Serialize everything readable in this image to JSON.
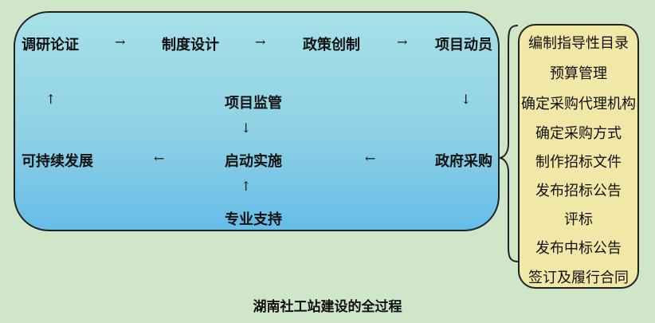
{
  "main": {
    "nodes": {
      "research": "调研论证",
      "system_design": "制度设计",
      "policy": "政策创制",
      "mobilize": "项目动员",
      "supervise": "项目监管",
      "sustainable": "可持续发展",
      "implement": "启动实施",
      "procurement": "政府采购",
      "support": "专业支持"
    },
    "arrows": {
      "right": "→",
      "left": "←",
      "up": "↑",
      "down": "↓"
    }
  },
  "procurement_steps": [
    "编制指导性目录",
    "预算管理",
    "确定采购代理机构",
    "确定采购方式",
    "制作招标文件",
    "发布招标公告",
    "评标",
    "发布中标公告",
    "签订及履行合同"
  ],
  "caption": "湖南社工站建设的全过程",
  "colors": {
    "background": "#cfe6c8",
    "main_panel_top": "#a6e1e8",
    "main_panel_bottom": "#66bde8",
    "side_panel": "#f1e7a6"
  }
}
